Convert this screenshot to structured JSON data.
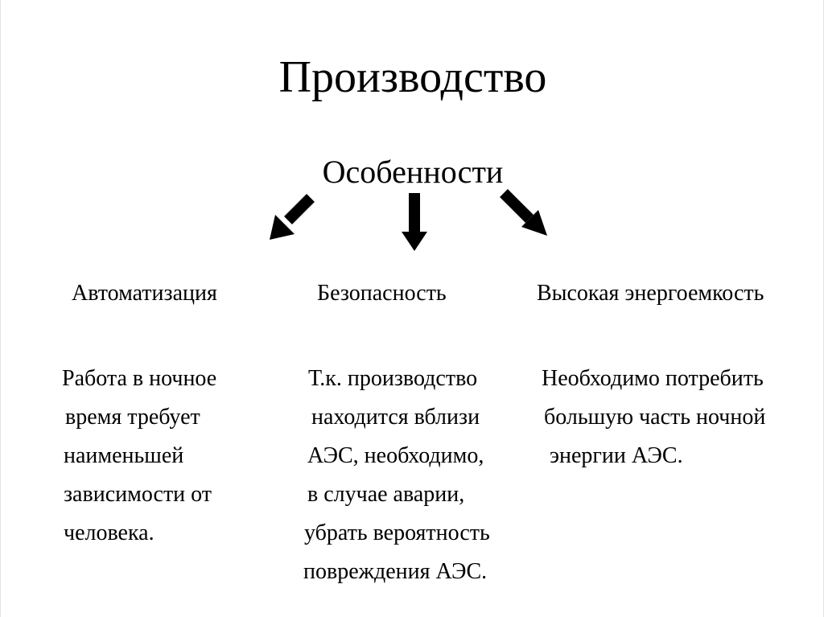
{
  "slide": {
    "title": "Производство",
    "subtitle": "Особенности"
  },
  "columns": [
    {
      "heading": "Автоматизация",
      "lines": [
        "Работа в ночное",
        "время требует",
        "наименьшей",
        "зависимости от",
        "человека."
      ]
    },
    {
      "heading": "Безопасность",
      "lines": [
        "Т.к. производство",
        "находится вблизи",
        "АЭС, необходимо,",
        "в случае аварии,",
        "убрать вероятность",
        "повреждения АЭС."
      ]
    },
    {
      "heading": "Высокая энергоемкость",
      "lines": [
        "Необходимо потребить",
        "большую часть ночной",
        "энергии АЭС."
      ]
    }
  ],
  "arrows": [
    {
      "direction": "down-left"
    },
    {
      "direction": "down"
    },
    {
      "direction": "down-right"
    }
  ]
}
